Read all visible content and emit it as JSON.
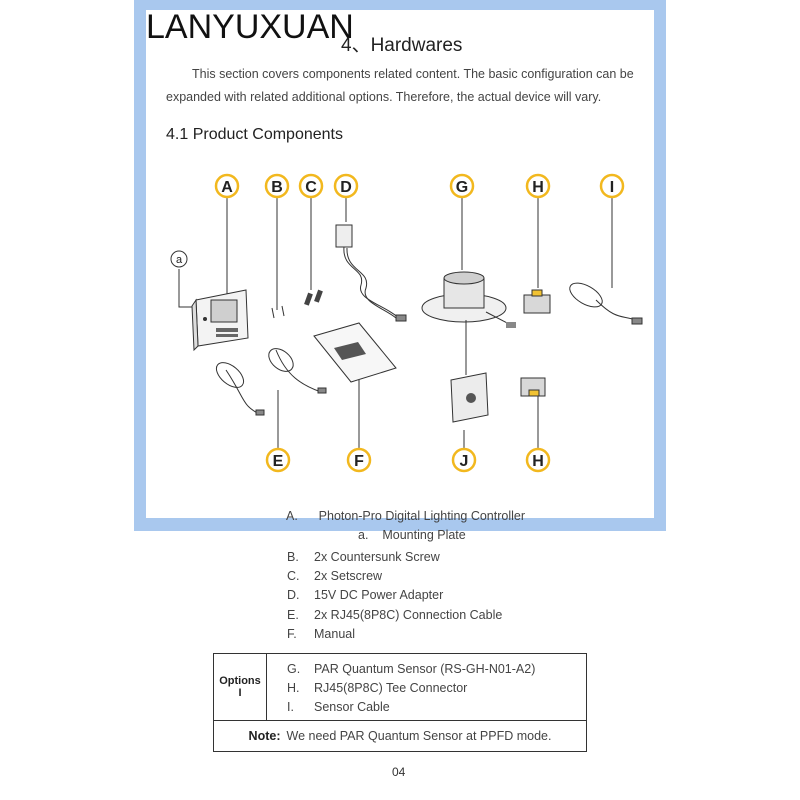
{
  "watermark": "LANYUXUAN",
  "heading": "4、Hardwares",
  "intro": {
    "line1": "This section covers components related content. The basic configuration can be",
    "line2": "expanded with related additional options. Therefore, the actual device will vary."
  },
  "subheading": "4.1 Product Components",
  "figure_labels": {
    "A": "A",
    "B": "B",
    "C": "C",
    "D": "D",
    "E": "E",
    "F": "F",
    "G": "G",
    "H": "H",
    "I": "I",
    "J": "J",
    "a": "a"
  },
  "clipped_item_A": {
    "key": "A.",
    "text": "Photon-Pro Digital Lighting Controller"
  },
  "clipped_item_a": {
    "key": "a.",
    "text": "Mounting Plate"
  },
  "items": [
    {
      "key": "B.",
      "text": "2x Countersunk Screw"
    },
    {
      "key": "C.",
      "text": "2x Setscrew"
    },
    {
      "key": "D.",
      "text": "15V DC Power Adapter"
    },
    {
      "key": "E.",
      "text": "2x RJ45(8P8C) Connection Cable"
    },
    {
      "key": "F.",
      "text": "Manual"
    }
  ],
  "options": {
    "label_line1": "Options",
    "label_line2": "I",
    "rows": [
      {
        "key": "G.",
        "text": "PAR Quantum Sensor (RS-GH-N01-A2)"
      },
      {
        "key": "H.",
        "text": "RJ45(8P8C) Tee Connector"
      },
      {
        "key": "I.",
        "text": "Sensor Cable"
      }
    ]
  },
  "note": {
    "label": "Note:",
    "text": "We need PAR Quantum Sensor at PPFD mode."
  },
  "page_number": "04",
  "colors": {
    "frame": "#a9c8ee",
    "label_ring": "#f2b81e"
  }
}
